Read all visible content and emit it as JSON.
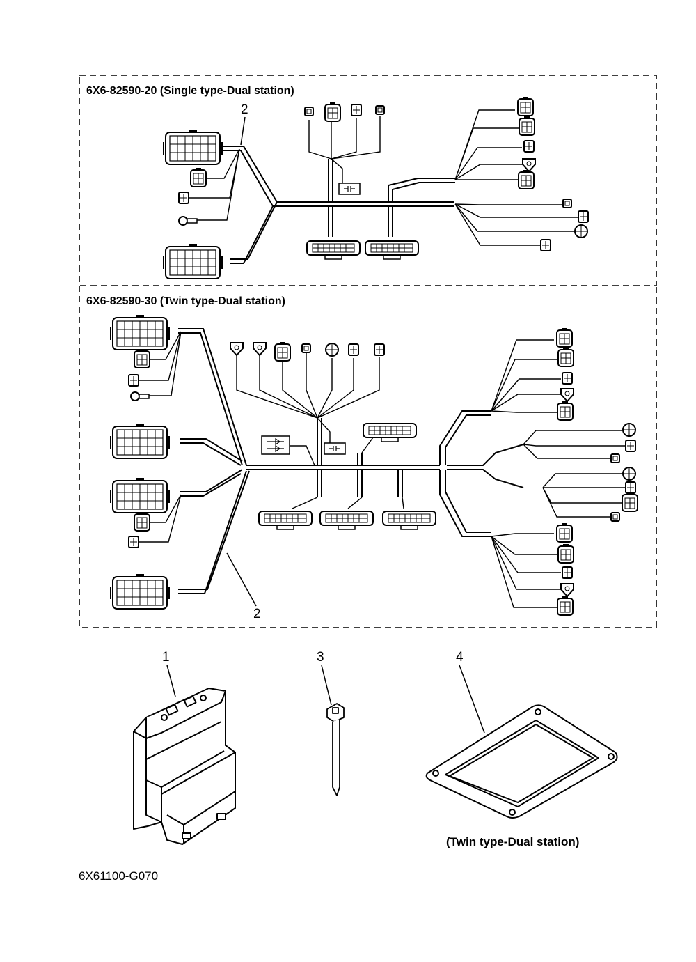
{
  "sections": [
    {
      "title": "6X6-82590-20 (Single type-Dual station)",
      "callout": "2"
    },
    {
      "title": "6X6-82590-30 (Twin type-Dual station)",
      "callout": "2"
    }
  ],
  "parts": [
    {
      "callout": "1",
      "name": "control-unit"
    },
    {
      "callout": "3",
      "name": "cable-tie"
    },
    {
      "callout": "4",
      "name": "gasket",
      "caption": "(Twin type-Dual station)"
    }
  ],
  "drawing_code": "6X61100-G070"
}
